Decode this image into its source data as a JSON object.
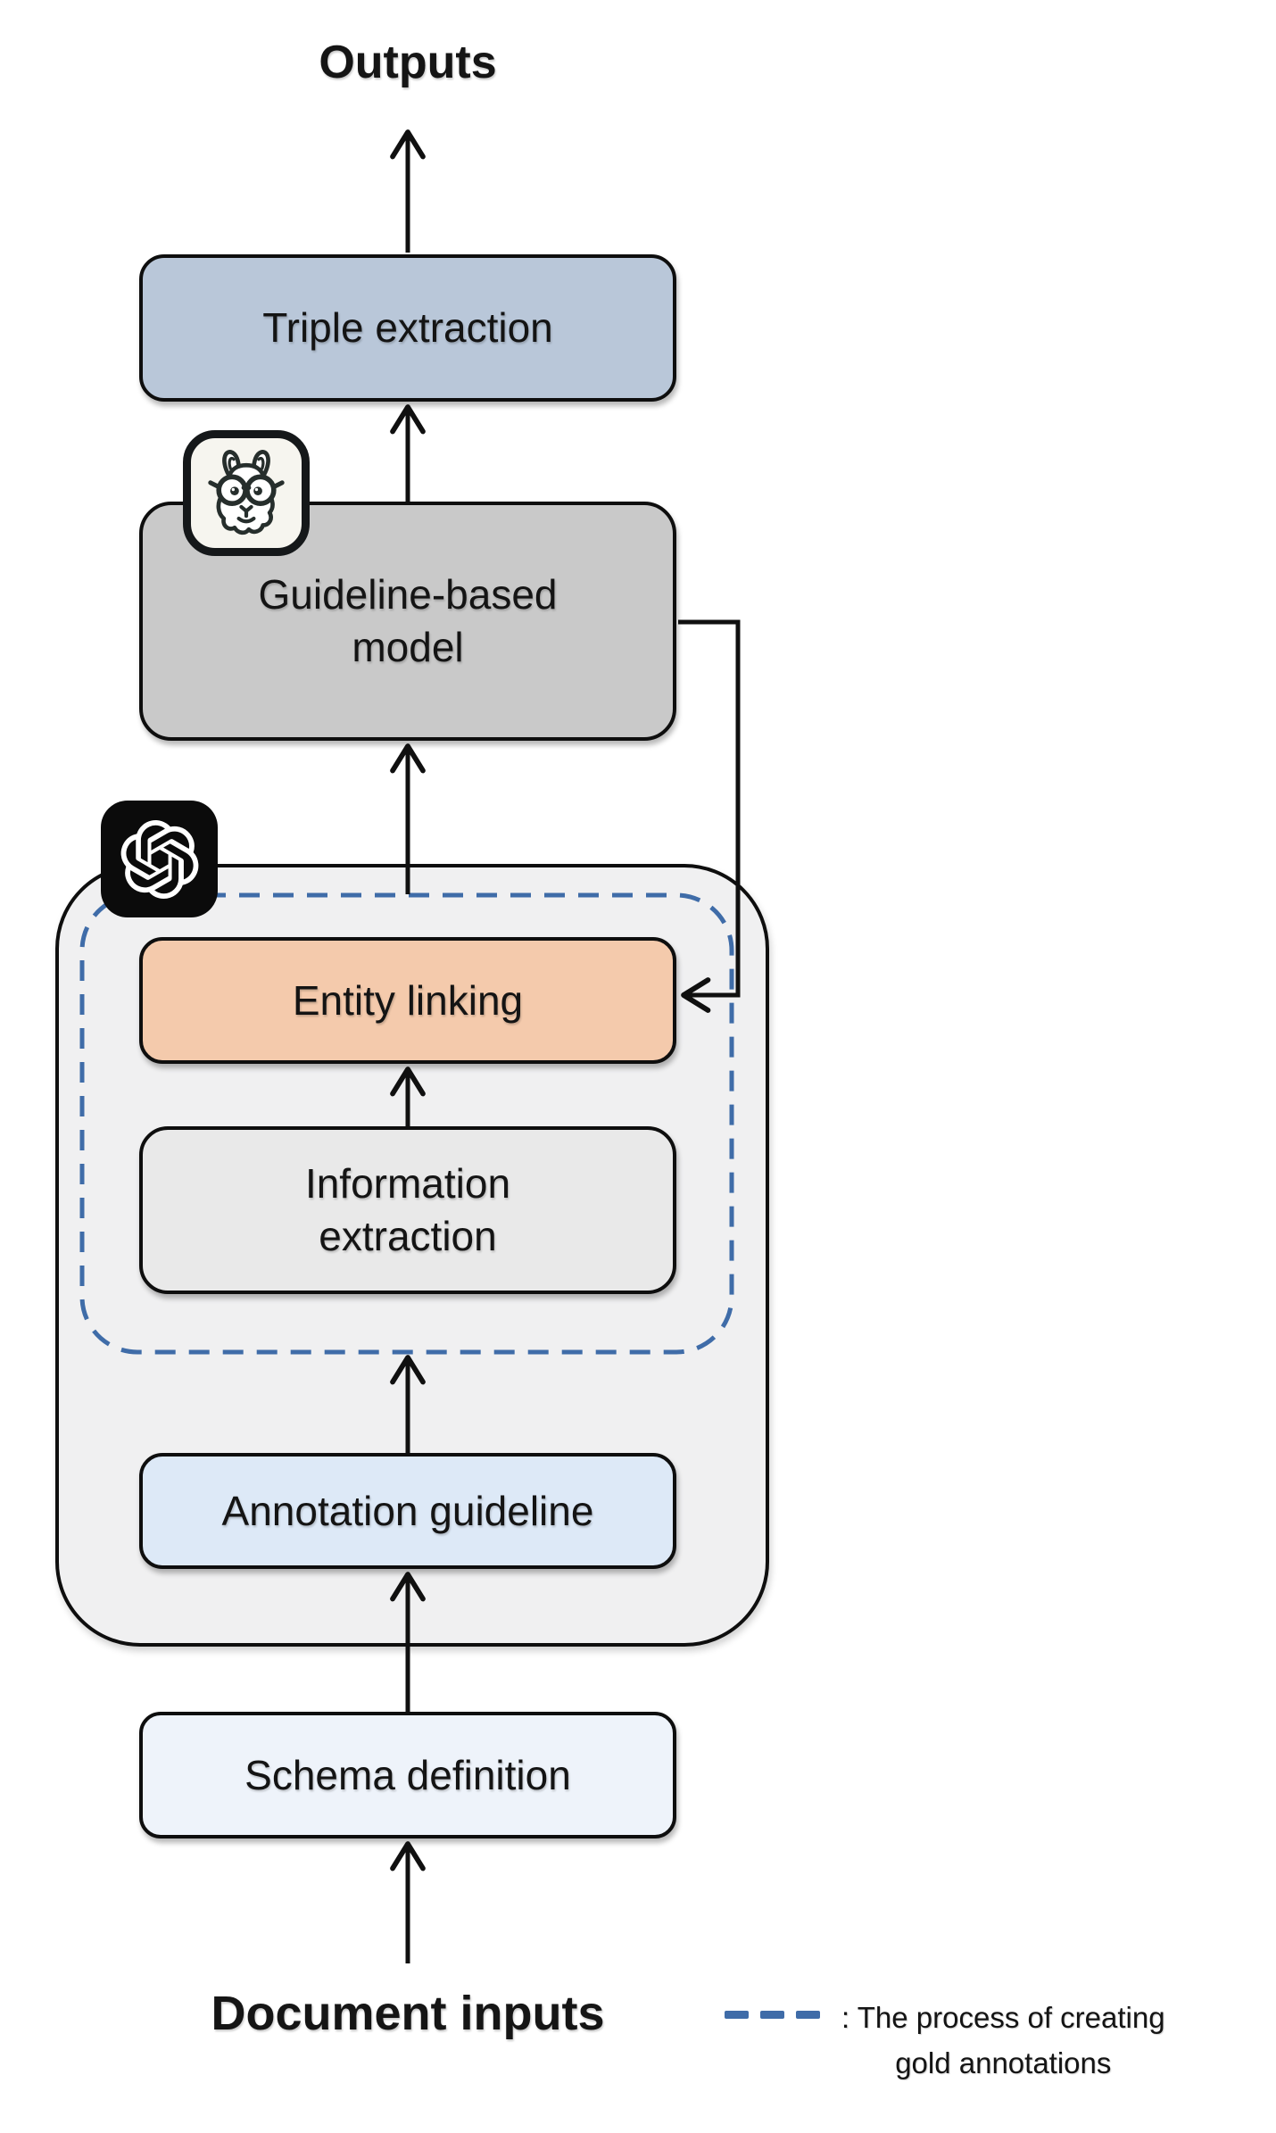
{
  "figure": {
    "outputs_label": "Outputs",
    "document_inputs_label": "Document inputs"
  },
  "boxes": {
    "triple_extraction": {
      "label": "Triple extraction",
      "fill": "#b9c7d9"
    },
    "guideline_model": {
      "line1": "Guideline-based",
      "line2": "model",
      "fill": "#c9c9c9"
    },
    "entity_linking": {
      "label": "Entity linking",
      "fill": "#f4caac"
    },
    "information_extraction": {
      "line1": "Information",
      "line2": "extraction",
      "fill": "#e9e9e9"
    },
    "annotation_guideline": {
      "label": "Annotation guideline",
      "fill": "#dde9f7"
    },
    "schema_definition": {
      "label": "Schema definition",
      "fill": "#eef3fa"
    }
  },
  "regions": {
    "pipeline_container_fill": "#f0f0f1",
    "gold_annotation_region_style": "dashed"
  },
  "icons": {
    "llama": "llama-with-glasses",
    "llama_tile_fill": "#f6f5ef",
    "openai": "openai-logo",
    "openai_tile_fill": "#0b0b0b"
  },
  "legend": {
    "line1": ": The process of creating",
    "line2": "gold annotations",
    "dash_color": "#3f6ca8"
  },
  "colors": {
    "ink": "#101010",
    "dashed_blue": "#3f6ca8",
    "background": "#ffffff"
  }
}
